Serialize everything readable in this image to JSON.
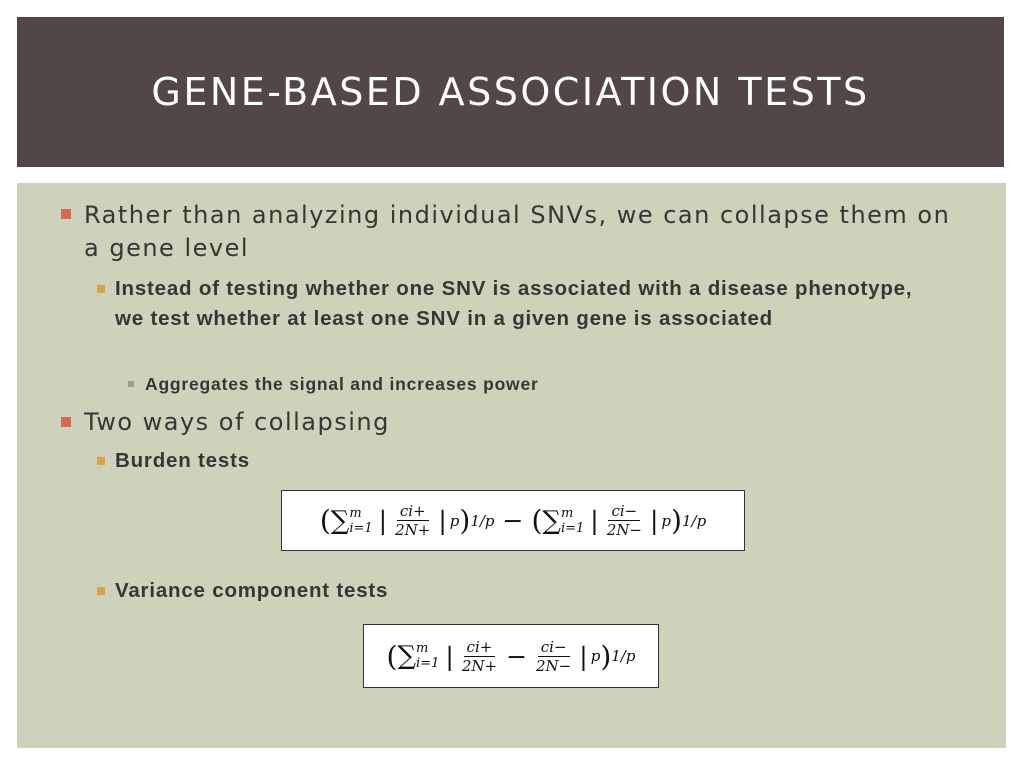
{
  "slide": {
    "title": "GENE-BASED ASSOCIATION TESTS",
    "colors": {
      "title_band": "#524646",
      "content_bg": "#cdd2bb",
      "level1_marker": "#d36c52",
      "level2_marker": "#d7a446",
      "level3_marker": "#9aa08f",
      "text": "#3b3434"
    },
    "bullets": [
      {
        "level": 1,
        "text": "Rather than analyzing individual SNVs, we can collapse them on a gene level"
      },
      {
        "level": 2,
        "text": "Instead of testing whether one SNV is associated with a disease phenotype, we test whether at least one SNV in a given gene is associated"
      },
      {
        "level": 3,
        "text": "Aggregates the signal and increases power"
      },
      {
        "level": 1,
        "text": "Two ways of collapsing"
      },
      {
        "level": 2,
        "text": "Burden tests"
      },
      {
        "level": 2,
        "text": "Variance component tests"
      }
    ],
    "formulas": {
      "burden": {
        "sum": "∑",
        "upper": "m",
        "lower": "i=1",
        "num_plus": "ci+",
        "den_plus": "2N+",
        "num_minus": "ci−",
        "den_minus": "2N−",
        "power_p": "p",
        "outer_power": "1/p",
        "minus": "−"
      },
      "variance": {
        "sum": "∑",
        "upper": "m",
        "lower": "i=1",
        "num_plus": "ci+",
        "den_plus": "2N+",
        "num_minus": "ci−",
        "den_minus": "2N−",
        "power_p": "p",
        "outer_power": "1/p",
        "minus": "−"
      }
    }
  }
}
